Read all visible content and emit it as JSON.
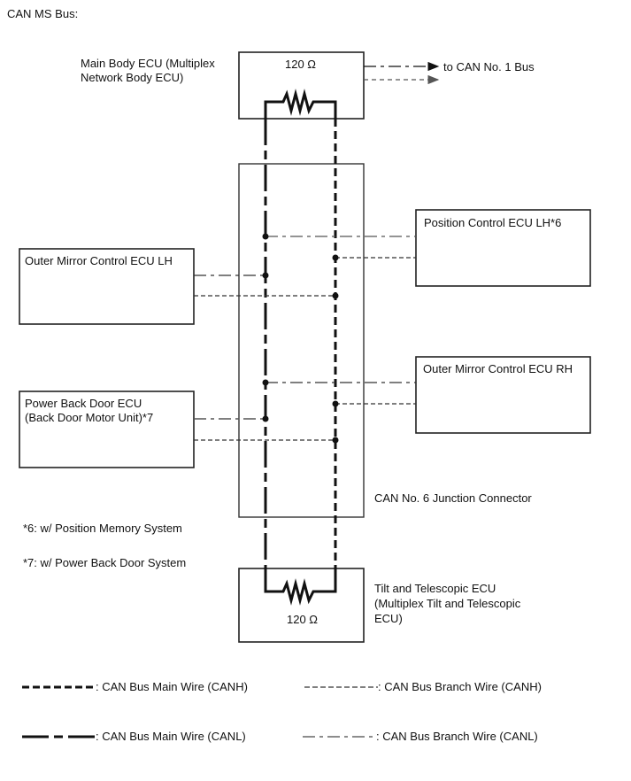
{
  "title": "CAN MS Bus:",
  "components": {
    "main_body_ecu": {
      "label_line1": "Main Body ECU (Multiplex",
      "label_line2": "Network Body ECU)",
      "resistor": "120 Ω"
    },
    "to_can1": "to CAN No. 1 Bus",
    "junction": "CAN No. 6 Junction Connector",
    "position_control_lh": "Position Control ECU LH*6",
    "outer_mirror_lh": "Outer Mirror Control ECU LH",
    "outer_mirror_rh": "Outer Mirror Control ECU RH",
    "power_back_door": {
      "label_line1": "Power Back Door ECU",
      "label_line2": "(Back Door Motor Unit)*7"
    },
    "tilt_telescopic": {
      "label_line1": "Tilt and Telescopic ECU",
      "label_line2": "(Multiplex Tilt and Telescopic",
      "label_line3": "ECU)",
      "resistor": "120 Ω"
    }
  },
  "notes": [
    "*6: w/ Position Memory System",
    "*7: w/ Power Back Door System"
  ],
  "legend": {
    "main_canh": ": CAN Bus Main Wire (CANH)",
    "branch_canh": ": CAN Bus Branch Wire (CANH)",
    "main_canl": ": CAN Bus Main Wire (CANL)",
    "branch_canl": ": CAN Bus Branch Wire (CANL)"
  }
}
